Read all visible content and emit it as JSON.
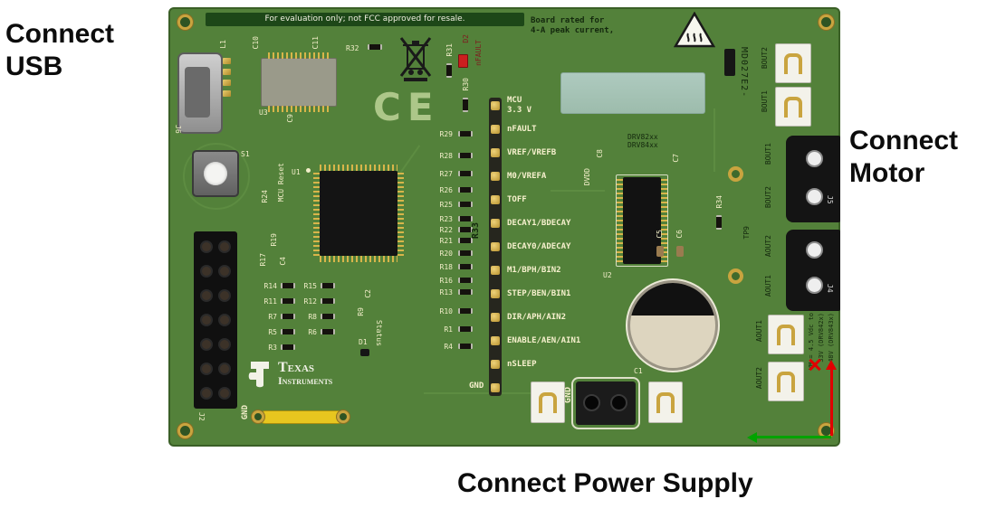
{
  "annotations": {
    "usb": "Connect USB",
    "motor": "Connect Motor",
    "power": "Connect Power Supply"
  },
  "board": {
    "banner": "For evaluation only; not FCC approved for resale.",
    "rating": [
      "Board rated for",
      "4-A peak current,"
    ],
    "model": "MD027E2-",
    "driver": [
      "DRV82xx",
      "DRV84xx"
    ],
    "vm": [
      "VM = 4.5 Vdc to",
      "33V (DRV842x)",
      "48V (DRV843x)"
    ],
    "ce": "CE",
    "brand": [
      "Texas",
      "Instruments"
    ],
    "header": {
      "mcu": [
        "MCU",
        "3.3 V"
      ],
      "pins": [
        "nFAULT",
        "VREF/VREFB",
        "M0/VREFA",
        "TOFF",
        "DECAY1/BDECAY",
        "DECAY0/ADECAY",
        "M1/BPH/BIN2",
        "STEP/BEN/BIN1",
        "DIR/APH/AIN2",
        "ENABLE/AEN/AIN1",
        "nSLEEP"
      ],
      "gnd": "GND"
    },
    "center_resistors": [
      "R29",
      "R28",
      "R27",
      "R26",
      "R25",
      "R23",
      "R22",
      "R21",
      "R20",
      "R18",
      "R16",
      "R13",
      "R10",
      "R1",
      "R4"
    ],
    "left_resistors": [
      [
        "R14",
        "R15"
      ],
      [
        "R11",
        "R12"
      ],
      [
        "R7",
        "R8"
      ],
      [
        "R5",
        "R6"
      ],
      [
        "R3",
        ""
      ]
    ],
    "outputs": {
      "top": [
        "BOUT2",
        "BOUT1"
      ],
      "j5": [
        "BOUT1",
        "BOUT2"
      ],
      "j4": [
        "AOUT2",
        "AOUT1"
      ],
      "bottom": [
        "AOUT1",
        "AOUT2"
      ]
    },
    "silk": {
      "l1": "L1",
      "c10": "C10",
      "c11": "C11",
      "r32": "R32",
      "j6": "J6",
      "u3": "U3",
      "c9": "C9",
      "s1": "S1",
      "mcu_reset": "MCU Reset",
      "u1": "U1",
      "r24": "R24",
      "r19": "R19",
      "r17": "R17",
      "c4": "C4",
      "j2": "J2",
      "r31": "R31",
      "d2": "D2",
      "nfault": "nFAULT",
      "r30": "R30",
      "r33": "R33",
      "c2": "C2",
      "r9": "R9",
      "d1": "D1",
      "status": "Status",
      "c8": "C8",
      "dvdd": "DVDD",
      "c7": "C7",
      "c5": "C5",
      "c6": "C6",
      "u2": "U2",
      "r34": "R34",
      "tp9": "TP9",
      "c1": "C1",
      "gnd_power": "GND",
      "gnd_bar": "GND",
      "j5": "J5",
      "j4": "J4"
    }
  },
  "colors": {
    "board_green": "#53813a",
    "silkscreen_pale": "#f2eec9",
    "silkscreen_dark": "#14290e",
    "gold": "#c9a43f",
    "led_red": "#cc1f1f",
    "annotation_text": "#0c0c0c"
  }
}
